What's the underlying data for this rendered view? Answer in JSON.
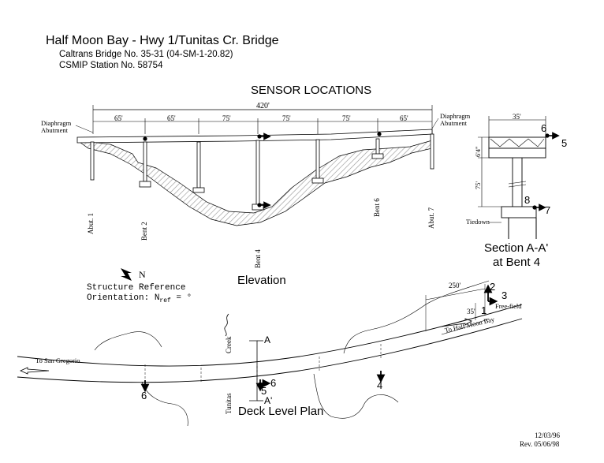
{
  "header": {
    "title": "Half Moon Bay - Hwy 1/Tunitas Cr. Bridge",
    "line2": "Caltrans Bridge No. 35-31 (04-SM-1-20.82)",
    "line3": "CSMIP Station No. 58754"
  },
  "sensor_title": "SENSOR LOCATIONS",
  "elevation": {
    "title": "Elevation",
    "total_span": "420'",
    "spans": [
      "65'",
      "65'",
      "75'",
      "75'",
      "75'",
      "65'"
    ],
    "diaphragm_left": [
      "Diaphragm",
      "Abutment"
    ],
    "diaphragm_right": [
      "Diaphragm",
      "Abutment"
    ],
    "supports": [
      "Abut. 1",
      "Bent 2",
      "Bent 4",
      "Bent 6",
      "Abut. 7"
    ]
  },
  "section": {
    "title": [
      "Section A-A'",
      "at Bent 4"
    ],
    "width_dim": "35'",
    "depth_dim": "6'4\"",
    "height_dim": "75'",
    "tiedown": "Tiedown",
    "sensor_labels": [
      "6",
      "5",
      "8",
      "7"
    ]
  },
  "orientation": {
    "north": "N",
    "line1": "Structure Reference",
    "line2_prefix": "Orientation: N",
    "line2_sub": "ref",
    "line2_suffix": " = °"
  },
  "plan": {
    "title": "Deck Level Plan",
    "to_san_gregorio": "To San Gregorio",
    "to_half_moon_bay": "To Half Moon Bay",
    "free_field": "Free-field",
    "dim_250": "250'",
    "dim_35": "35'",
    "creek": "Creek",
    "tunitas": "Tunitas",
    "section_a": "A",
    "section_a_prime": "A'",
    "sensor_labels": [
      "1",
      "2",
      "3",
      "4",
      "5",
      "6"
    ]
  },
  "dates": {
    "date": "12/03/96",
    "rev": "Rev. 05/06/98"
  }
}
